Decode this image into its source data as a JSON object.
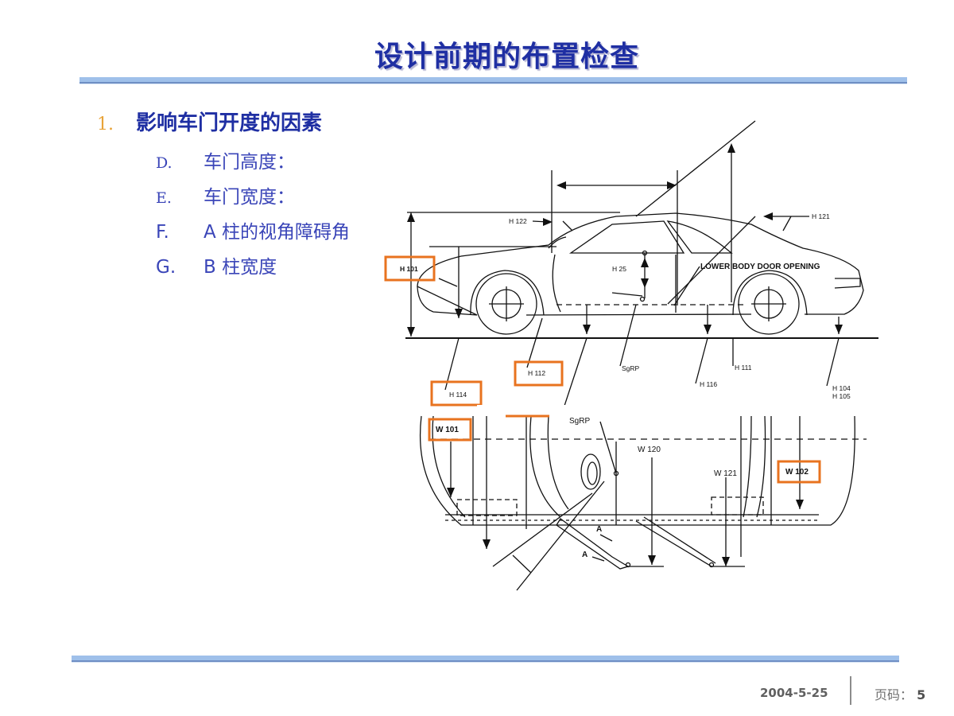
{
  "title": "设计前期的布置检查",
  "heading": {
    "number": "1.",
    "text": "影响车门开度的因素"
  },
  "items": [
    {
      "label": "D.",
      "text": "车门高度："
    },
    {
      "label": "E.",
      "text": "车门宽度："
    },
    {
      "label": "F.",
      "text": "A 柱的视角障碍角"
    },
    {
      "label": "G.",
      "text": "B 柱宽度"
    }
  ],
  "diagram_labels": {
    "h122": "H 122",
    "h121": "H 121",
    "h101": "H 101",
    "h25": "H 25",
    "lower_body_door_opening": "LOWER BODY DOOR OPENING",
    "h112": "H 112",
    "h114": "H 114",
    "sgrp_side": "SgRP",
    "h116": "H 116",
    "h111": "H 111",
    "h104": "H 104",
    "h105": "H 105",
    "w101": "W 101",
    "sgrp_top": "SgRP",
    "w120": "W 120",
    "w121": "W 121",
    "w102": "W 102",
    "angle_a1": "A",
    "angle_a2": "A"
  },
  "highlight_color": "#e8731f",
  "title_color": "#1f2fa3",
  "footer": {
    "date": "2004-5-25",
    "page_label": "页码：",
    "page_number": "5"
  }
}
